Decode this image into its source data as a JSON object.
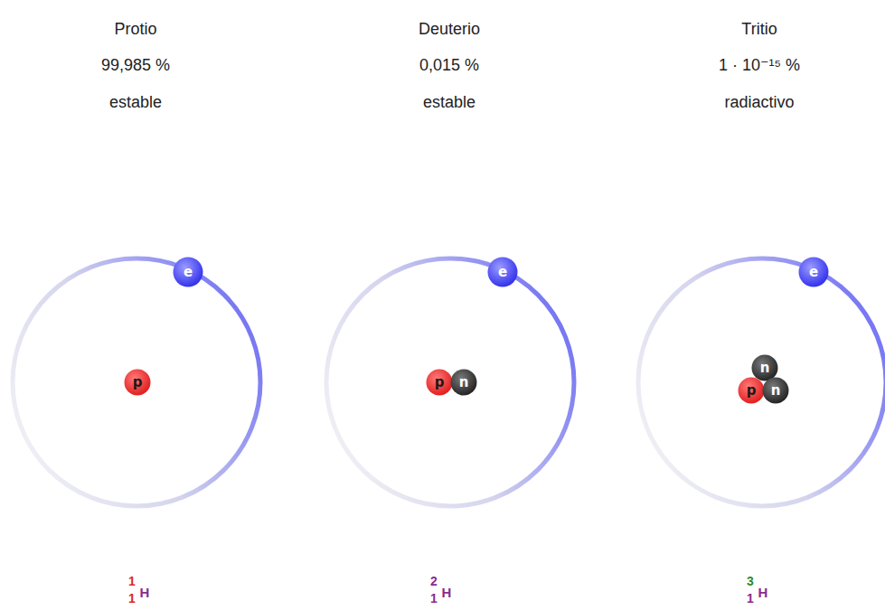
{
  "diagram": {
    "nodes": [
      {
        "text": [
          "e"
        ]
      },
      {
        "text": [
          "p"
        ]
      },
      {
        "text": [
          "e"
        ]
      },
      {
        "text": [
          "p"
        ]
      },
      {
        "text": [
          "n"
        ]
      },
      {
        "text": [
          "e"
        ]
      },
      {
        "text": [
          "n"
        ]
      },
      {
        "text": [
          "p"
        ]
      },
      {
        "text": [
          "n"
        ]
      }
    ],
    "labels": [
      "Protio",
      "Deuterio",
      "Tritio",
      "99,985 %",
      "0,015 %",
      "1 · 10⁻¹⁵ %",
      "estable",
      "estable",
      "radiactivo",
      "1",
      "1",
      "H",
      "2",
      "1",
      "H",
      "3",
      "1",
      "H"
    ]
  }
}
